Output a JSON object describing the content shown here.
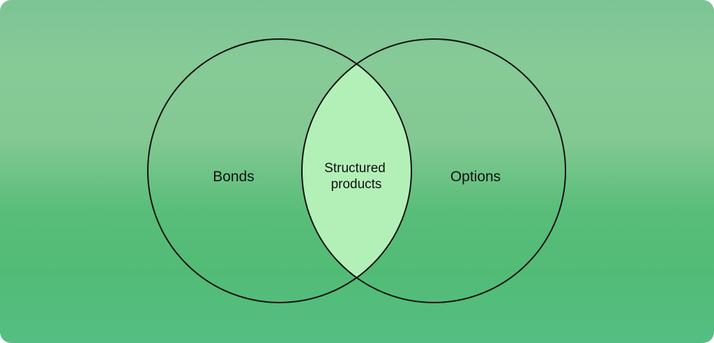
{
  "diagram": {
    "type": "venn",
    "sets": [
      {
        "id": "bonds",
        "label": "Bonds"
      },
      {
        "id": "options",
        "label": "Options"
      }
    ],
    "intersection": {
      "label_line1": "Structured",
      "label_line2": "products"
    },
    "colors": {
      "outline": "#111111",
      "intersection_fill": "#b3f0b8"
    }
  }
}
